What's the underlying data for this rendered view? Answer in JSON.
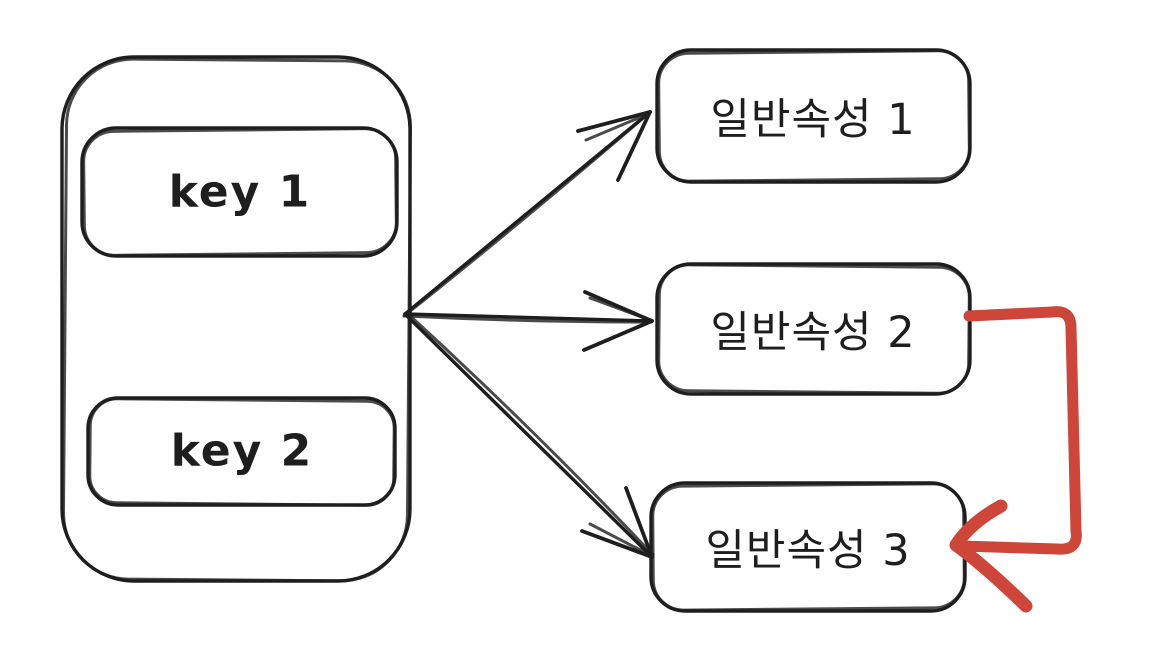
{
  "diagram": {
    "colors": {
      "stroke": "#1e1e1e",
      "accent": "#ce453a",
      "background": "#ffffff"
    },
    "key_container": {
      "keys": [
        {
          "label": "key 1"
        },
        {
          "label": "key 2"
        }
      ]
    },
    "attributes": [
      {
        "label": "일반속성 1"
      },
      {
        "label": "일반속성 2"
      },
      {
        "label": "일반속성 3"
      }
    ],
    "connections": [
      {
        "from": "key-container",
        "to": "attribute-1",
        "color": "#1e1e1e",
        "style": "open-arrow"
      },
      {
        "from": "key-container",
        "to": "attribute-2",
        "color": "#1e1e1e",
        "style": "open-arrow"
      },
      {
        "from": "key-container",
        "to": "attribute-3",
        "color": "#1e1e1e",
        "style": "open-arrow"
      },
      {
        "from": "attribute-2",
        "to": "attribute-3",
        "color": "#ce453a",
        "style": "elbow-arrow"
      }
    ]
  }
}
